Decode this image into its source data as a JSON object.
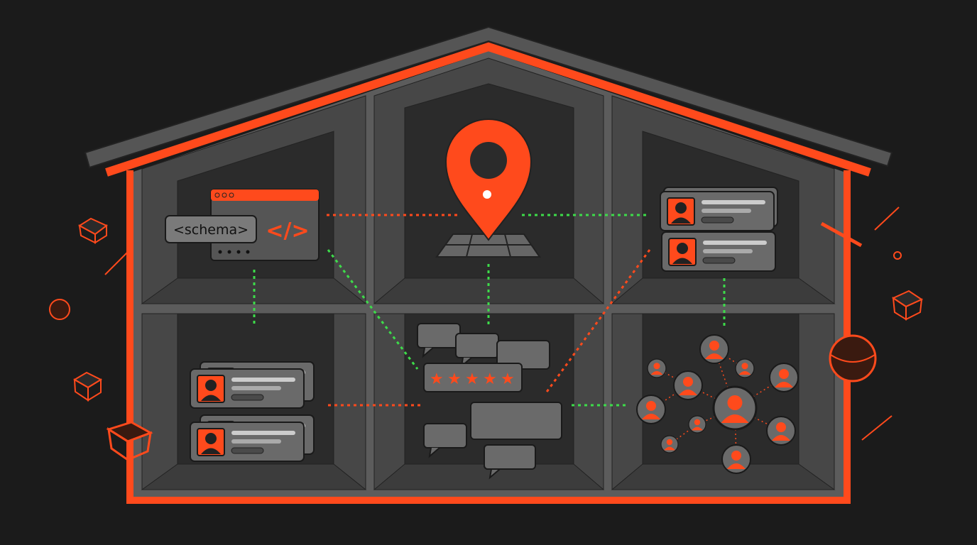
{
  "illustration": {
    "schema_tag": {
      "open": "<",
      "label": "schema",
      "close": ">"
    },
    "code_glyph": "</>",
    "rating": {
      "stars": 5,
      "max": 5
    },
    "colors": {
      "background": "#1b1b1b",
      "accent": "#ff4a1c",
      "link_green": "#3ddc4a",
      "frame": "#5c5c5c",
      "panel": "#6a6a6a"
    },
    "icons": [
      "location-pin-icon",
      "code-icon",
      "profile-card-icon",
      "chat-bubble-icon",
      "star-icon",
      "person-avatar-icon",
      "cube-icon",
      "sphere-icon"
    ]
  }
}
